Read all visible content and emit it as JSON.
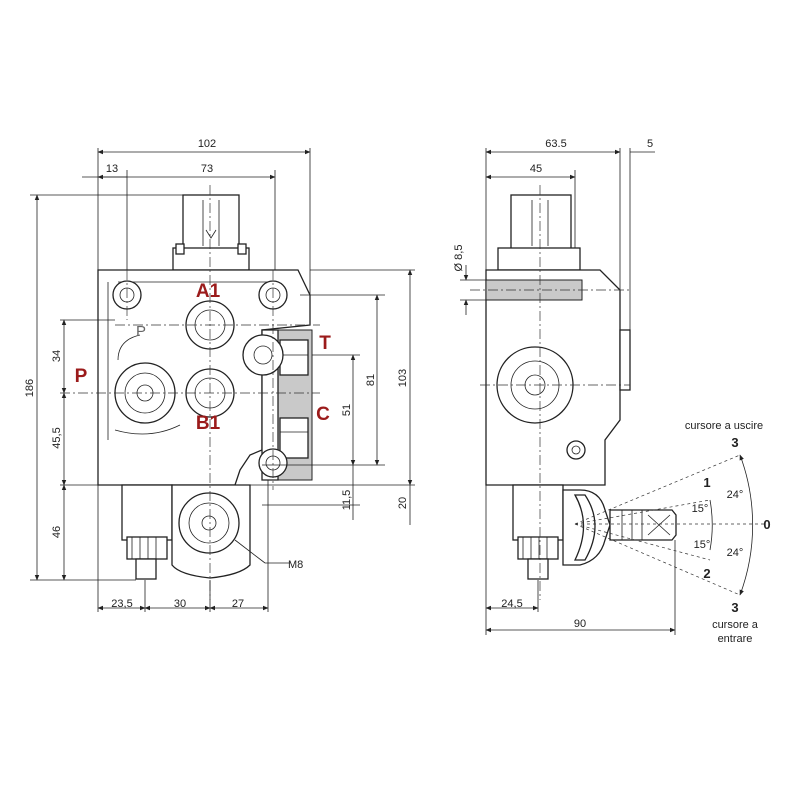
{
  "front_view": {
    "dims": {
      "w_102": "102",
      "w_13": "13",
      "w_73": "73",
      "h_186": "186",
      "h_34": "34",
      "h_45_5": "45,5",
      "h_46": "46",
      "b_23_5": "23,5",
      "b_30": "30",
      "b_27": "27",
      "h_81": "81",
      "h_51": "51",
      "h_103": "103",
      "h_11_5": "11,5",
      "h_20": "20",
      "thread": "M8"
    },
    "ports": {
      "a1": "A1",
      "b1": "B1",
      "p_left": "P",
      "p_cast": "P",
      "t": "T",
      "c": "C"
    }
  },
  "side_view": {
    "dims": {
      "w_63_5": "63.5",
      "w_5": "5",
      "w_45": "45",
      "dia": "Ø 8,5",
      "b_24_5": "24,5",
      "b_90": "90"
    },
    "lever": {
      "label_out": "cursore a uscire",
      "label_in_1": "cursore a",
      "label_in_2": "entrare",
      "pos_3_top": "3",
      "pos_1": "1",
      "pos_0": "0",
      "pos_2": "2",
      "pos_3_bottom": "3",
      "angle_24_top": "24°",
      "angle_15_top": "15°",
      "angle_15_bottom": "15°",
      "angle_24_bottom": "24°"
    }
  },
  "colors": {
    "port_label": "#9b1b1b",
    "line": "#222222",
    "shade": "#c9c9c9"
  }
}
